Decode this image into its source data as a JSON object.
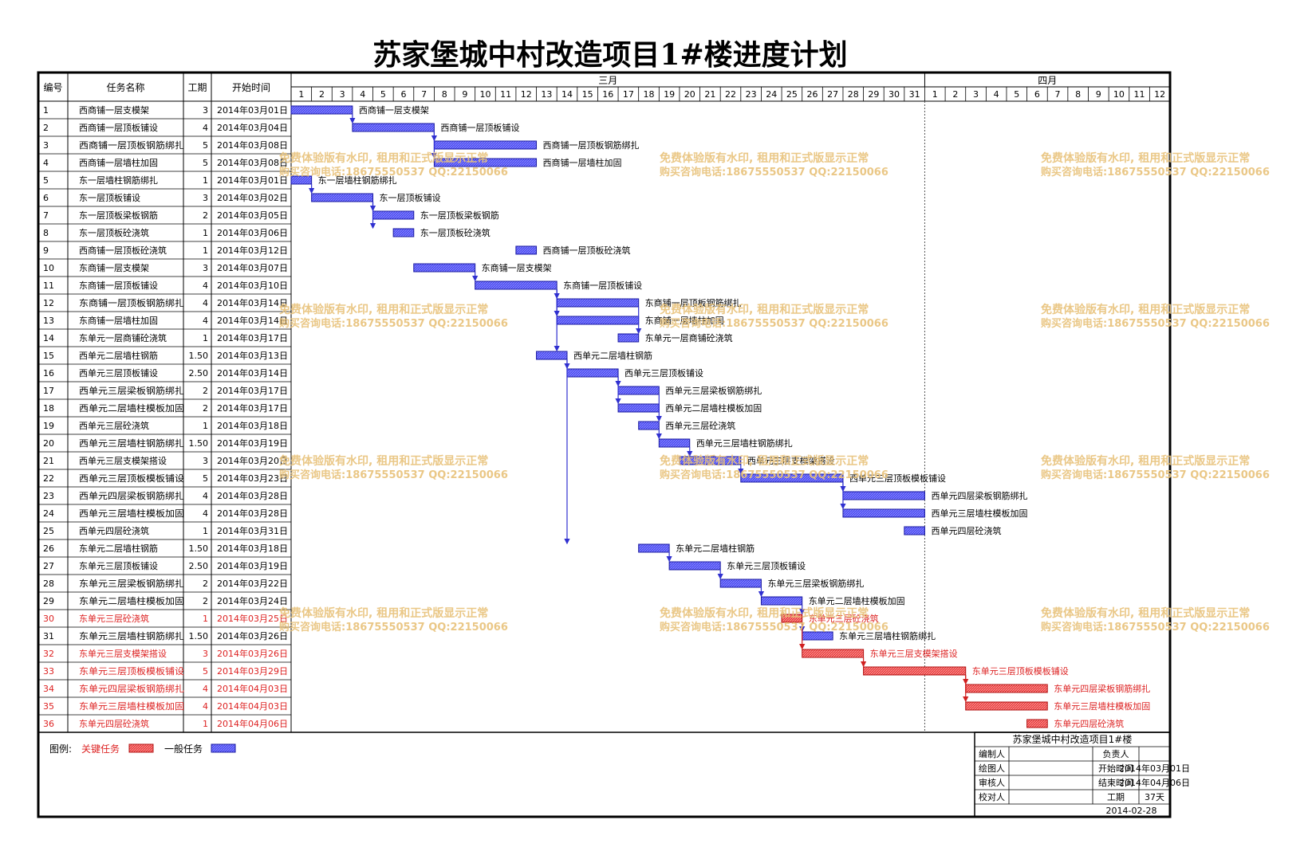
{
  "title": "苏家堡城中村改造项目1#楼进度计划",
  "headers": {
    "no": "编号",
    "name": "任务名称",
    "dur": "工期",
    "start": "开始时间"
  },
  "months": [
    "三月",
    "四月"
  ],
  "march_days": [
    "1",
    "2",
    "3",
    "4",
    "5",
    "6",
    "7",
    "8",
    "9",
    "10",
    "11",
    "12",
    "13",
    "14",
    "15",
    "16",
    "17",
    "18",
    "19",
    "20",
    "21",
    "22",
    "23",
    "24",
    "25",
    "26",
    "27",
    "28",
    "29",
    "30",
    "31"
  ],
  "april_days": [
    "1",
    "2",
    "3",
    "4",
    "5",
    "6",
    "7",
    "8",
    "9",
    "10",
    "11",
    "12"
  ],
  "tasks": [
    {
      "no": "1",
      "name": "西商铺一层支模架",
      "dur": "3",
      "start": "2014年03月01日",
      "s": 0,
      "d": 3,
      "crit": false
    },
    {
      "no": "2",
      "name": "西商铺一层顶板铺设",
      "dur": "4",
      "start": "2014年03月04日",
      "s": 3,
      "d": 4,
      "crit": false
    },
    {
      "no": "3",
      "name": "西商铺一层顶板钢筋绑扎",
      "dur": "5",
      "start": "2014年03月08日",
      "s": 7,
      "d": 5,
      "crit": false
    },
    {
      "no": "4",
      "name": "西商铺一层墙柱加固",
      "dur": "5",
      "start": "2014年03月08日",
      "s": 7,
      "d": 5,
      "crit": false
    },
    {
      "no": "5",
      "name": "东一层墙柱钢筋绑扎",
      "dur": "1",
      "start": "2014年03月01日",
      "s": 0,
      "d": 1,
      "crit": false
    },
    {
      "no": "6",
      "name": "东一层顶板铺设",
      "dur": "3",
      "start": "2014年03月02日",
      "s": 1,
      "d": 3,
      "crit": false
    },
    {
      "no": "7",
      "name": "东一层顶板梁板钢筋",
      "dur": "2",
      "start": "2014年03月05日",
      "s": 4,
      "d": 2,
      "crit": false
    },
    {
      "no": "8",
      "name": "东一层顶板砼浇筑",
      "dur": "1",
      "start": "2014年03月06日",
      "s": 5,
      "d": 1,
      "crit": false
    },
    {
      "no": "9",
      "name": "西商铺一层顶板砼浇筑",
      "dur": "1",
      "start": "2014年03月12日",
      "s": 11,
      "d": 1,
      "crit": false
    },
    {
      "no": "10",
      "name": "东商铺一层支模架",
      "dur": "3",
      "start": "2014年03月07日",
      "s": 6,
      "d": 3,
      "crit": false
    },
    {
      "no": "11",
      "name": "东商铺一层顶板铺设",
      "dur": "4",
      "start": "2014年03月10日",
      "s": 9,
      "d": 4,
      "crit": false
    },
    {
      "no": "12",
      "name": "东商铺一层顶板钢筋绑扎",
      "dur": "4",
      "start": "2014年03月14日",
      "s": 13,
      "d": 4,
      "crit": false
    },
    {
      "no": "13",
      "name": "东商铺一层墙柱加固",
      "dur": "4",
      "start": "2014年03月14日",
      "s": 13,
      "d": 4,
      "crit": false
    },
    {
      "no": "14",
      "name": "东单元一层商铺砼浇筑",
      "dur": "1",
      "start": "2014年03月17日",
      "s": 16,
      "d": 1,
      "crit": false
    },
    {
      "no": "15",
      "name": "西单元二层墙柱钢筋",
      "dur": "1.50",
      "start": "2014年03月13日",
      "s": 12,
      "d": 1.5,
      "crit": false
    },
    {
      "no": "16",
      "name": "西单元三层顶板铺设",
      "dur": "2.50",
      "start": "2014年03月14日",
      "s": 13.5,
      "d": 2.5,
      "crit": false
    },
    {
      "no": "17",
      "name": "西单元三层梁板钢筋绑扎",
      "dur": "2",
      "start": "2014年03月17日",
      "s": 16,
      "d": 2,
      "crit": false
    },
    {
      "no": "18",
      "name": "西单元二层墙柱模板加固",
      "dur": "2",
      "start": "2014年03月17日",
      "s": 16,
      "d": 2,
      "crit": false
    },
    {
      "no": "19",
      "name": "西单元三层砼浇筑",
      "dur": "1",
      "start": "2014年03月18日",
      "s": 17,
      "d": 1,
      "crit": false
    },
    {
      "no": "20",
      "name": "西单元三层墙柱钢筋绑扎",
      "dur": "1.50",
      "start": "2014年03月19日",
      "s": 18,
      "d": 1.5,
      "crit": false
    },
    {
      "no": "21",
      "name": "西单元三层支模架搭设",
      "dur": "3",
      "start": "2014年03月20日",
      "s": 19,
      "d": 3,
      "crit": false
    },
    {
      "no": "22",
      "name": "西单元三层顶板模板铺设",
      "dur": "5",
      "start": "2014年03月23日",
      "s": 22,
      "d": 5,
      "crit": false
    },
    {
      "no": "23",
      "name": "西单元四层梁板钢筋绑扎",
      "dur": "4",
      "start": "2014年03月28日",
      "s": 27,
      "d": 4,
      "crit": false
    },
    {
      "no": "24",
      "name": "西单元三层墙柱模板加固",
      "dur": "4",
      "start": "2014年03月28日",
      "s": 27,
      "d": 4,
      "crit": false
    },
    {
      "no": "25",
      "name": "西单元四层砼浇筑",
      "dur": "1",
      "start": "2014年03月31日",
      "s": 30,
      "d": 1,
      "crit": false
    },
    {
      "no": "26",
      "name": "东单元二层墙柱钢筋",
      "dur": "1.50",
      "start": "2014年03月18日",
      "s": 17,
      "d": 1.5,
      "crit": false
    },
    {
      "no": "27",
      "name": "东单元三层顶板铺设",
      "dur": "2.50",
      "start": "2014年03月19日",
      "s": 18.5,
      "d": 2.5,
      "crit": false
    },
    {
      "no": "28",
      "name": "东单元三层梁板钢筋绑扎",
      "dur": "2",
      "start": "2014年03月22日",
      "s": 21,
      "d": 2,
      "crit": false
    },
    {
      "no": "29",
      "name": "东单元二层墙柱模板加固",
      "dur": "2",
      "start": "2014年03月24日",
      "s": 23,
      "d": 2,
      "crit": false
    },
    {
      "no": "30",
      "name": "东单元三层砼浇筑",
      "dur": "1",
      "start": "2014年03月25日",
      "s": 24,
      "d": 1,
      "crit": true
    },
    {
      "no": "31",
      "name": "东单元三层墙柱钢筋绑扎",
      "dur": "1.50",
      "start": "2014年03月26日",
      "s": 25,
      "d": 1.5,
      "crit": false
    },
    {
      "no": "32",
      "name": "东单元三层支模架搭设",
      "dur": "3",
      "start": "2014年03月26日",
      "s": 25,
      "d": 3,
      "crit": true
    },
    {
      "no": "33",
      "name": "东单元三层顶板模板铺设",
      "dur": "5",
      "start": "2014年03月29日",
      "s": 28,
      "d": 5,
      "crit": true
    },
    {
      "no": "34",
      "name": "东单元四层梁板钢筋绑扎",
      "dur": "4",
      "start": "2014年04月03日",
      "s": 33,
      "d": 4,
      "crit": true
    },
    {
      "no": "35",
      "name": "东单元三层墙柱模板加固",
      "dur": "4",
      "start": "2014年04月03日",
      "s": 33,
      "d": 4,
      "crit": true
    },
    {
      "no": "36",
      "name": "东单元四层砼浇筑",
      "dur": "1",
      "start": "2014年04月06日",
      "s": 36,
      "d": 1,
      "crit": true
    }
  ],
  "links": [
    [
      0,
      1
    ],
    [
      1,
      2
    ],
    [
      1,
      3
    ],
    [
      4,
      5
    ],
    [
      5,
      6
    ],
    [
      5,
      7
    ],
    [
      9,
      10
    ],
    [
      10,
      11
    ],
    [
      10,
      12
    ],
    [
      11,
      13
    ],
    [
      10,
      14
    ],
    [
      14,
      15
    ],
    [
      15,
      16
    ],
    [
      15,
      17
    ],
    [
      16,
      18
    ],
    [
      18,
      19
    ],
    [
      19,
      20
    ],
    [
      20,
      21
    ],
    [
      21,
      22
    ],
    [
      21,
      23
    ],
    [
      14,
      25
    ],
    [
      25,
      26
    ],
    [
      26,
      27
    ],
    [
      27,
      28
    ],
    [
      28,
      29
    ],
    [
      29,
      30
    ],
    [
      29,
      31
    ],
    [
      31,
      32
    ],
    [
      32,
      33
    ],
    [
      32,
      34
    ]
  ],
  "legend": {
    "label": "图例:",
    "critical": "关键任务",
    "normal": "一般任务",
    "critical_color": "#e0383b",
    "normal_color": "#3c3ce6"
  },
  "info": {
    "project": "苏家堡城中村改造项目1#楼",
    "editor": "编制人",
    "owner": "负责人",
    "drawer": "绘图人",
    "start_label": "开始时间",
    "start_value": "2014年03月01日",
    "reviewer": "审核人",
    "end_label": "结束时间",
    "end_value": "2014年04月06日",
    "checker": "校对人",
    "dur_label": "工期",
    "dur_value": "37天",
    "date": "2014-02-28"
  },
  "watermark": {
    "line1": "免费体验版有水印, 租用和正式版显示正常",
    "line2": "购买咨询电话:18675550537 QQ:22150066",
    "color": "#e8c27a"
  }
}
